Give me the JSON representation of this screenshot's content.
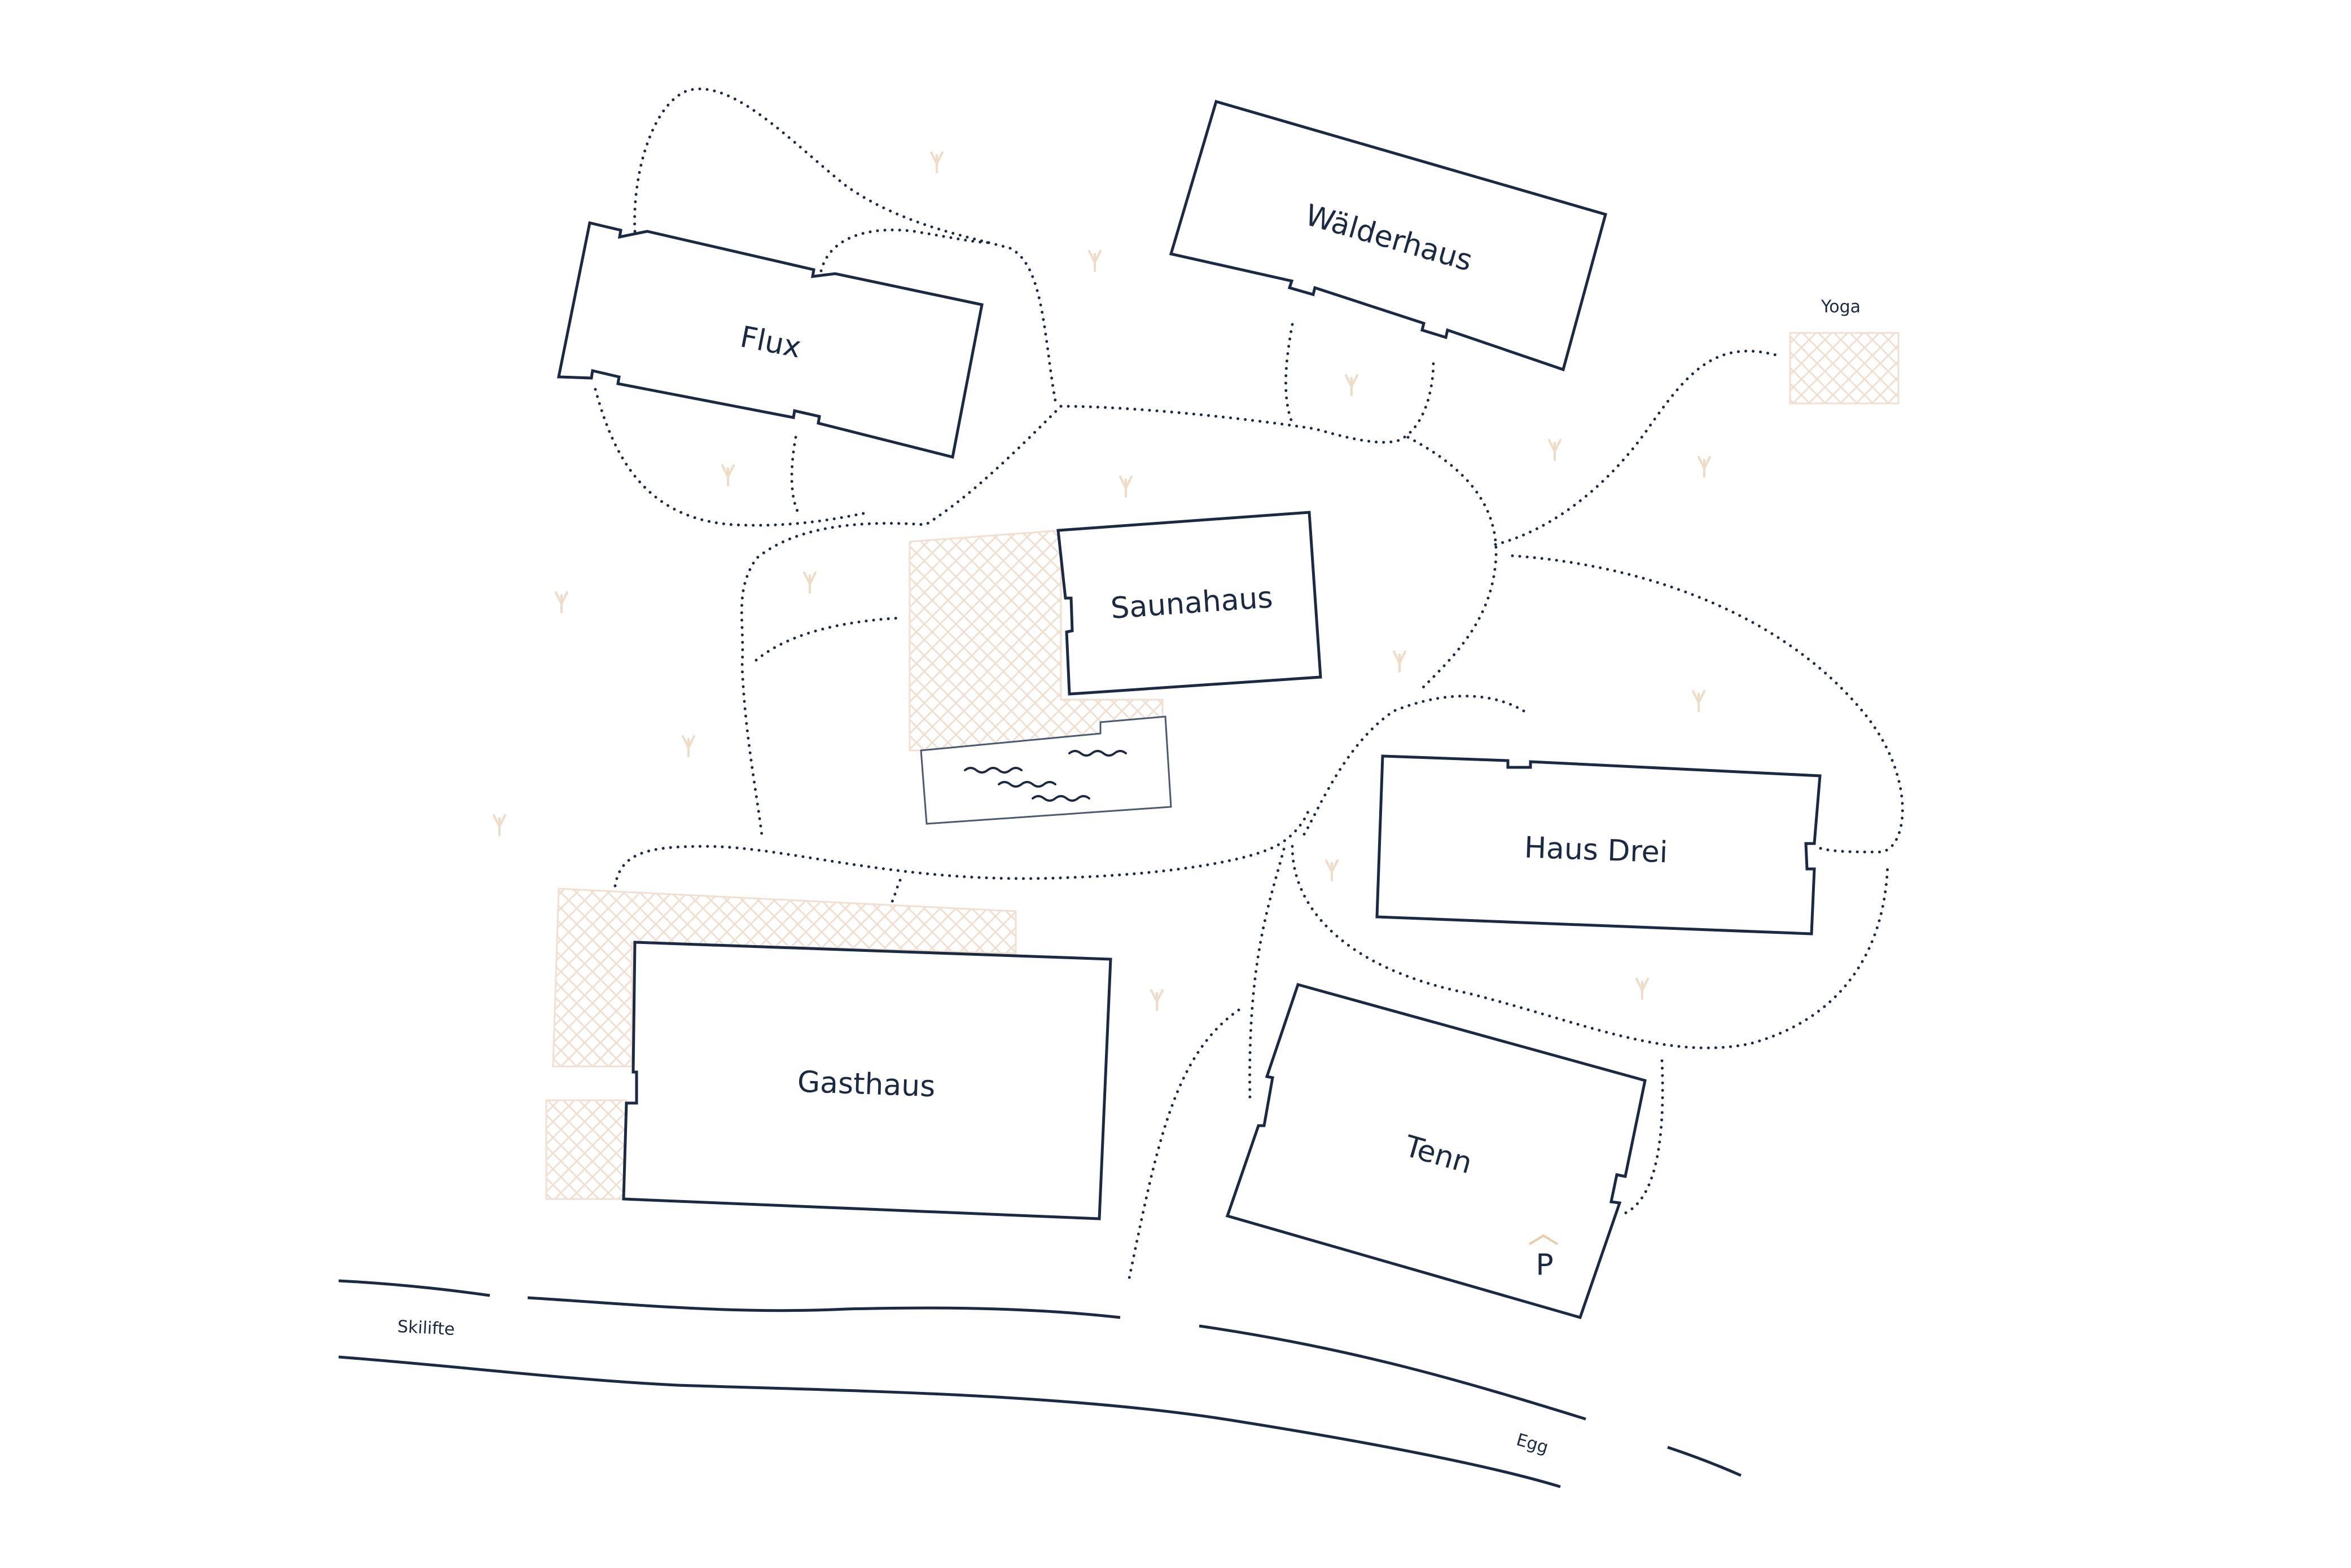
{
  "map": {
    "colors": {
      "ink": "#1b2a44",
      "terrace": "#f1e0d0",
      "background": "#ffffff"
    },
    "buildings": {
      "waelderhaus": "Wälderhaus",
      "flux": "Flux",
      "saunahaus": "Saunahaus",
      "haus_drei": "Haus Drei",
      "gasthaus": "Gasthaus",
      "tenn": "Tenn"
    },
    "areas": {
      "yoga": "Yoga"
    },
    "roads": {
      "skilifte": "Skilifte",
      "egg": "Egg"
    },
    "icons": {
      "parking": "P"
    }
  }
}
